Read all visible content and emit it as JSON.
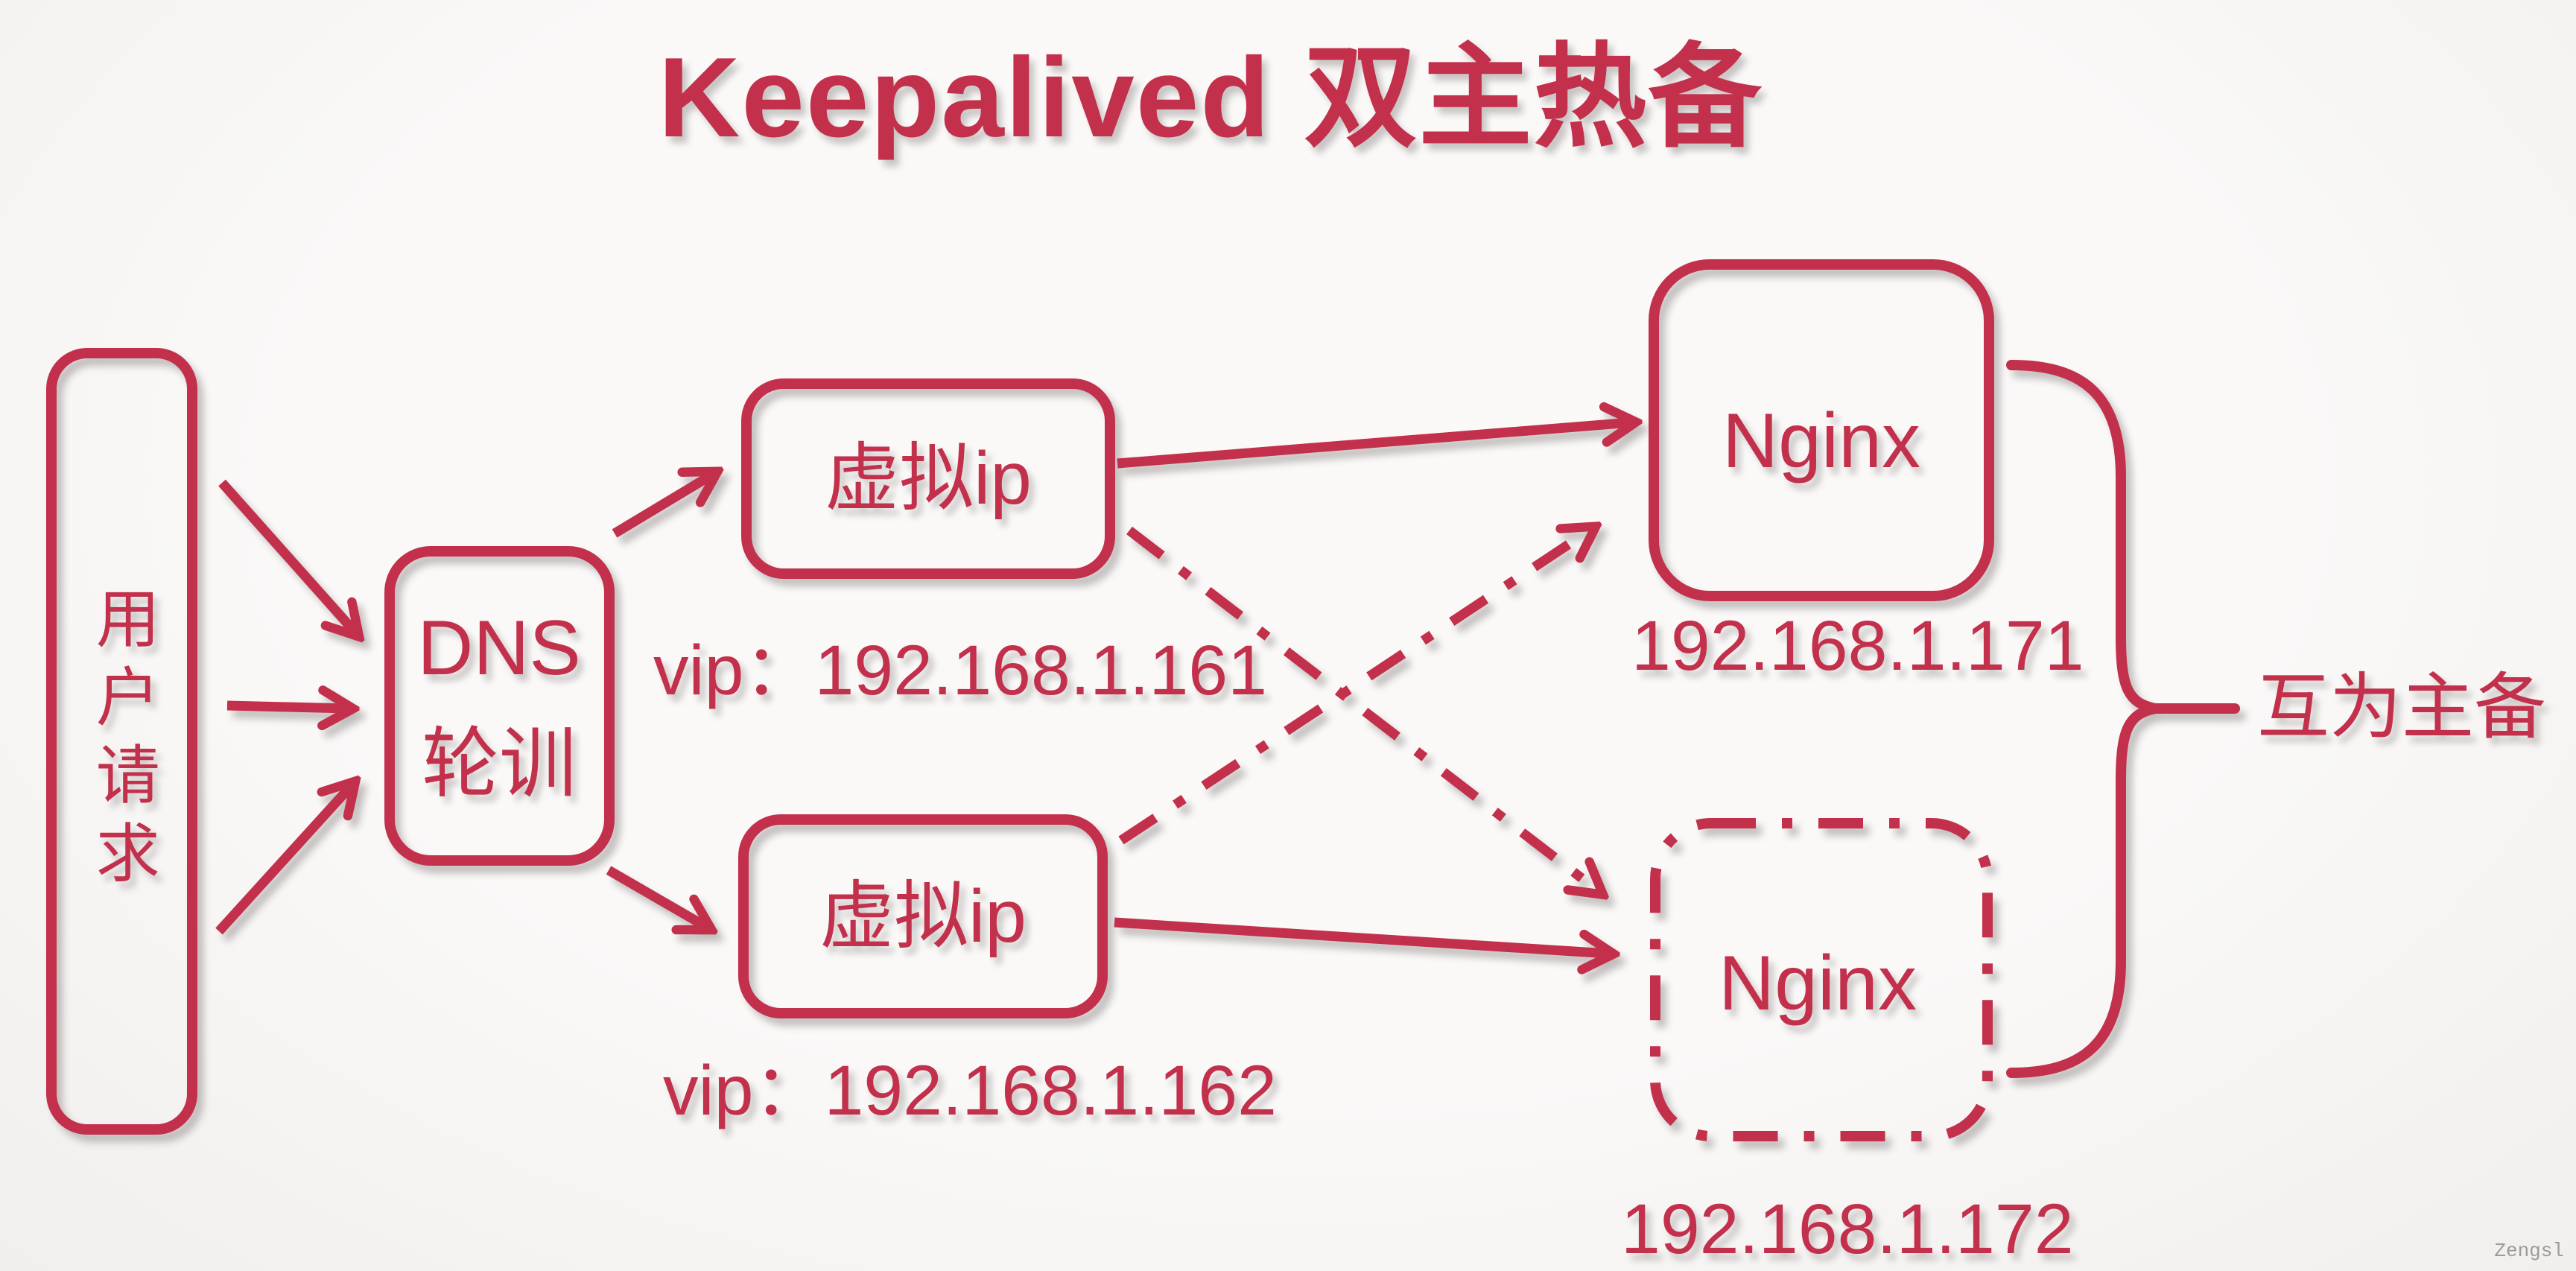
{
  "meta": {
    "accent_color": "#c2304b",
    "background_color": "#f8f7f6",
    "watermark": "Zengsl"
  },
  "title": "Keepalived 双主热备",
  "nodes": {
    "user_request": {
      "label": "用户请求"
    },
    "dns": {
      "line1": "DNS",
      "line2": "轮训"
    },
    "vip_top": {
      "label": "虚拟ip",
      "caption": "vip：192.168.1.161"
    },
    "vip_bottom": {
      "label": "虚拟ip",
      "caption": "vip：192.168.1.162"
    },
    "nginx_top": {
      "label": "Nginx",
      "ip": "192.168.1.171"
    },
    "nginx_bottom": {
      "label": "Nginx",
      "ip": "192.168.1.172"
    }
  },
  "annotations": {
    "brace_label": "互为主备"
  }
}
